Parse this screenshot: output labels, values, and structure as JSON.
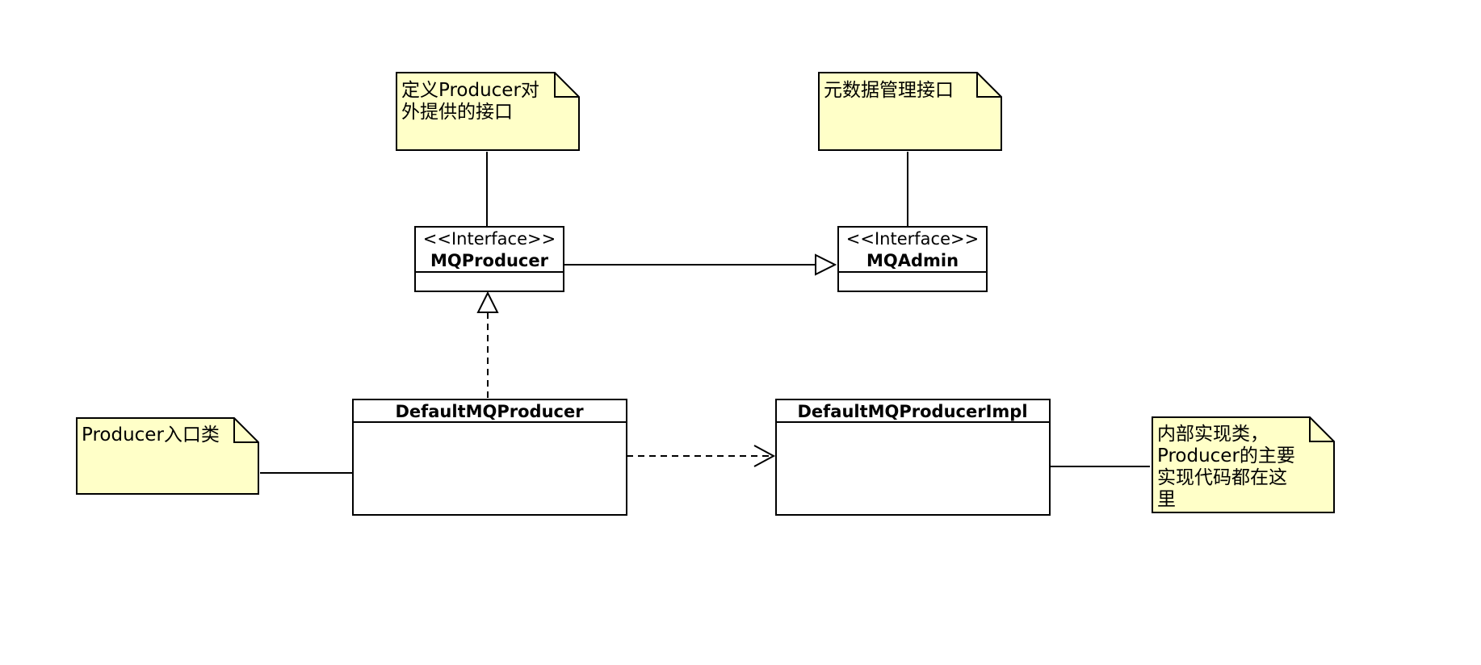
{
  "notes": {
    "producer_interface": {
      "lines": [
        "定义Producer对",
        "外提供的接口"
      ]
    },
    "admin_interface": {
      "lines": [
        "元数据管理接口"
      ]
    },
    "entry_class": {
      "lines": [
        "Producer入口类"
      ]
    },
    "impl_class": {
      "lines": [
        "内部实现类，",
        "Producer的主要",
        "实现代码都在这",
        "里"
      ]
    }
  },
  "classes": {
    "mq_producer": {
      "stereotype": "<<Interface>>",
      "name": "MQProducer"
    },
    "mq_admin": {
      "stereotype": "<<Interface>>",
      "name": "MQAdmin"
    },
    "default_mq_producer": {
      "name": "DefaultMQProducer"
    },
    "default_mq_producer_impl": {
      "name": "DefaultMQProducerImpl"
    }
  },
  "colors": {
    "note_fill": "#ffffc8",
    "stroke": "#000000",
    "background": "#ffffff"
  }
}
